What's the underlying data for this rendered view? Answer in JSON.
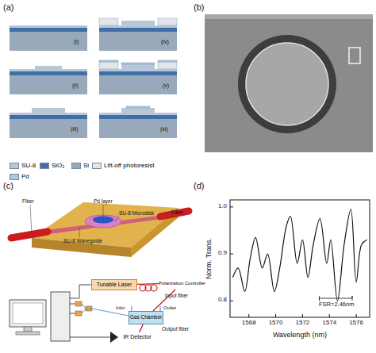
{
  "diagram": {
    "nodes": [
      {
        "text": [
          "Tunable Laser"
        ]
      },
      {
        "text": [
          "Polarization Controller"
        ]
      },
      {
        "text": [
          "Gas Chamber"
        ]
      },
      {
        "text": [
          "IR Detector"
        ]
      }
    ],
    "edges": [
      {
        "from": 0,
        "to": 1,
        "arrow": "none"
      },
      {
        "from": 1,
        "to": 2,
        "arrow": "none",
        "label": "Input fiber"
      },
      {
        "from": 2,
        "to": 3,
        "arrow": "none",
        "label": "Output fiber"
      }
    ],
    "labels": [
      "(a)",
      "(i)",
      "(ii)",
      "(iii)",
      "(iv)",
      "(v)",
      "(vi)",
      "(b)",
      "(c)",
      "Fiber",
      "Pd layer",
      "SU-8 Microdisk",
      "SU-8 Waveguide",
      "Fiber",
      "Inlet",
      "Outlet",
      "(d)",
      "1568",
      "1570",
      "1572",
      "1574",
      "1576",
      "0.8",
      "0.9",
      "1.0",
      "Wavelength (nm)",
      "Norm. Trans.",
      "FSR=2.46nm"
    ],
    "legend": [
      {
        "text": "SU-8",
        "color": "#b7c7d8"
      },
      {
        "text": "SiO₂",
        "color": "#3e6fa8"
      },
      {
        "text": "Si",
        "color": "#98a9bb"
      },
      {
        "text": "Lift-off photoresist",
        "color": "#dfe5ea"
      },
      {
        "text": "Pd",
        "color": "#a9c9e3"
      }
    ]
  }
}
